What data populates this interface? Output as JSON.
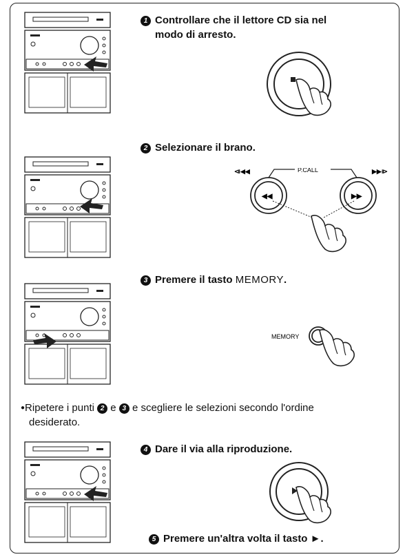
{
  "steps": [
    {
      "num": "1",
      "text": "Controllare che il lettore CD sia nel",
      "text2": "modo di arresto."
    },
    {
      "num": "2",
      "text": "Selezionare il brano."
    },
    {
      "num": "3",
      "text_a": "Premere il tasto ",
      "text_b": "MEMORY",
      "text_c": "."
    },
    {
      "num": "4",
      "text": "Dare il via alla riproduzione."
    },
    {
      "num": "5",
      "text": "Premere un'altra volta il tasto ►."
    }
  ],
  "note": {
    "bullet": "●",
    "part1": "Ripetere i punti",
    "ref_a": "2",
    "part2": "e",
    "ref_b": "3",
    "part3": "e scegliere le selezioni secondo l'ordine",
    "part4": "desiderato."
  },
  "labels": {
    "pcall": "P.CALL",
    "prev_symbol": "⧏◀◀",
    "next_symbol": "▶▶⧐",
    "memory": "MEMORY"
  }
}
